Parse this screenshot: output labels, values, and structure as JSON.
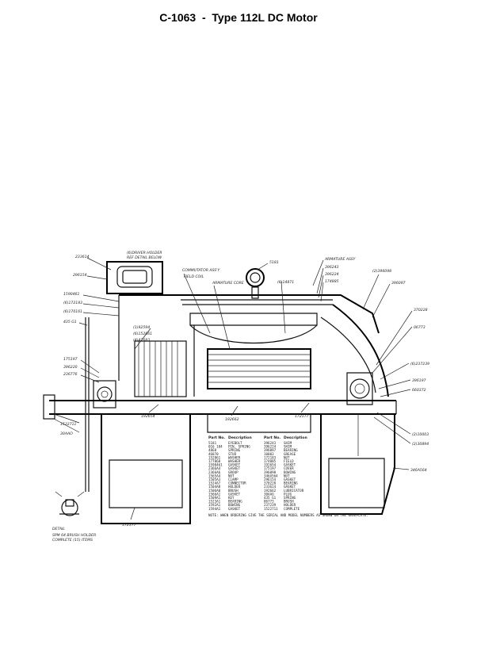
{
  "title": "C-1063  -  Type 112L DC Motor",
  "callouts": [
    {
      "id": "c1",
      "text": "233614"
    },
    {
      "id": "c2",
      "text": "(6)DRIVER HOLDER"
    },
    {
      "id": "c3",
      "text": "REF DETAIL BELOW"
    },
    {
      "id": "c4",
      "text": "296154"
    },
    {
      "id": "c5",
      "text": "1590461"
    },
    {
      "id": "c6",
      "text": "(6)172183"
    },
    {
      "id": "c7",
      "text": "(6)170161"
    },
    {
      "id": "c8",
      "text": "435 G1"
    },
    {
      "id": "c9",
      "text": "(1)92594"
    },
    {
      "id": "c10",
      "text": "(6)152861"
    },
    {
      "id": "c11",
      "text": "(4)47683"
    },
    {
      "id": "c12",
      "text": "175197"
    },
    {
      "id": "c13",
      "text": "396220"
    },
    {
      "id": "c14",
      "text": "236776"
    },
    {
      "id": "c15",
      "text": "1522711"
    },
    {
      "id": "c16",
      "text": "30AAO"
    },
    {
      "id": "c17",
      "text": "COMMUTATOR ASS'Y"
    },
    {
      "id": "c18",
      "text": "FIELD COIL"
    },
    {
      "id": "c19",
      "text": "ARMATURE CORE"
    },
    {
      "id": "c20",
      "text": "5181"
    },
    {
      "id": "c21",
      "text": "(6)14871"
    },
    {
      "id": "c22",
      "text": "ARMATURE ASSY"
    },
    {
      "id": "c23",
      "text": "396243"
    },
    {
      "id": "c24",
      "text": "396224"
    },
    {
      "id": "c25",
      "text": "174885"
    },
    {
      "id": "c26",
      "text": "(2)396098"
    },
    {
      "id": "c27",
      "text": "396097"
    },
    {
      "id": "c28",
      "text": "370228"
    },
    {
      "id": "c29",
      "text": "06773"
    },
    {
      "id": "c30",
      "text": "(6)237239"
    },
    {
      "id": "c31",
      "text": "396197"
    },
    {
      "id": "c32",
      "text": "660372"
    },
    {
      "id": "c33",
      "text": "192654"
    },
    {
      "id": "c34",
      "text": "192662"
    },
    {
      "id": "c35",
      "text": "172177"
    },
    {
      "id": "c36",
      "text": "(2)10003"
    },
    {
      "id": "c37",
      "text": "(2)30894"
    },
    {
      "id": "c38",
      "text": "346A564"
    },
    {
      "id": "c39",
      "text": "172177"
    },
    {
      "id": "c40",
      "text": "DETAIL"
    },
    {
      "id": "c41",
      "text": "SPM 64 BRUSH HOLDER"
    },
    {
      "id": "c42",
      "text": "COMPLETE (15) ITEMS"
    }
  ],
  "parts_table": {
    "headers": [
      "Part No.",
      "Description",
      "Part No.",
      "Description"
    ],
    "rows": [
      [
        "5181",
        "EYEBOLT",
        "396243",
        "SHIM"
      ],
      [
        "016 104",
        "PIN, SPRING",
        "396224",
        "SHIM"
      ],
      [
        "4868",
        "SPRING",
        "396097",
        "BEARING"
      ],
      [
        "46870",
        "STUD",
        "10003",
        "GREASE"
      ],
      [
        "152861",
        "WASHER",
        "172183",
        "NUT"
      ],
      [
        "177868",
        "WASHER",
        "174885",
        "FIELD"
      ],
      [
        "1590461",
        "GASKET",
        "192654",
        "GASKET"
      ],
      [
        "2366A4",
        "GASKET",
        "175197",
        "COVER"
      ],
      [
        "2366A6",
        "GROUP",
        "396098",
        "BOWING"
      ],
      [
        "1565A4",
        "NUT",
        "346A564",
        "NUT"
      ],
      [
        "1505A3",
        "CLAMP",
        "296154",
        "GASKET"
      ],
      [
        "1524A7",
        "CONNECTOR",
        "370228",
        "BEARING"
      ],
      [
        "1504A8",
        "HOLDER",
        "233614",
        "GASKET"
      ],
      [
        "1506A0",
        "BRUSH",
        "192662",
        "LUBRICATOR"
      ],
      [
        "1566A1",
        "GASKET",
        "30AAO",
        "PLUG"
      ],
      [
        "1509A1",
        "KEY",
        "435 G1",
        "SPRING"
      ],
      [
        "1523A1",
        "BEARING",
        "06773",
        "BRUSH"
      ],
      [
        "1592A1",
        "BOWING",
        "237239",
        "HOLDER"
      ],
      [
        "1594A1",
        "GASKET",
        "1522711",
        "COMPLETE"
      ]
    ],
    "note": "NOTE: WHEN ORDERING GIVE THE SERIAL AND MODEL NUMBERS AS SHOWN ON THE NAMEPLATE."
  }
}
